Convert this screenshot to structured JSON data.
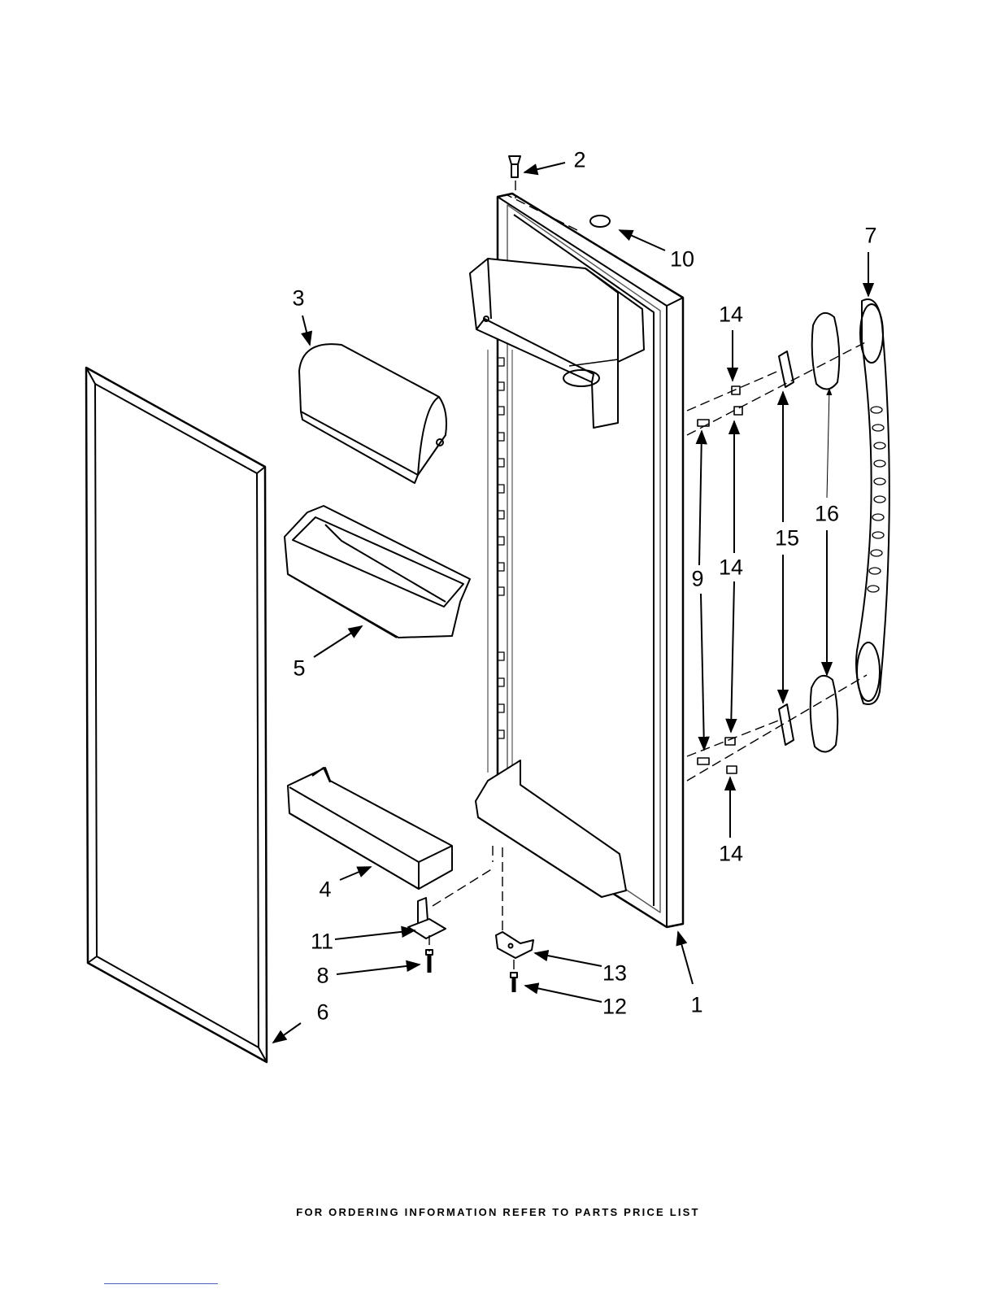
{
  "footer_note": "FOR ORDERING INFORMATION REFER TO PARTS PRICE LIST",
  "callouts": [
    {
      "id": "c2",
      "text": "2"
    },
    {
      "id": "c10",
      "text": "10"
    },
    {
      "id": "c7",
      "text": "7"
    },
    {
      "id": "c3",
      "text": "3"
    },
    {
      "id": "c14a",
      "text": "14"
    },
    {
      "id": "c9",
      "text": "9"
    },
    {
      "id": "c14b",
      "text": "14"
    },
    {
      "id": "c15",
      "text": "15"
    },
    {
      "id": "c16",
      "text": "16"
    },
    {
      "id": "c5",
      "text": "5"
    },
    {
      "id": "c14c",
      "text": "14"
    },
    {
      "id": "c4",
      "text": "4"
    },
    {
      "id": "c11",
      "text": "11"
    },
    {
      "id": "c8",
      "text": "8"
    },
    {
      "id": "c13",
      "text": "13"
    },
    {
      "id": "c12",
      "text": "12"
    },
    {
      "id": "c6",
      "text": "6"
    },
    {
      "id": "c1",
      "text": "1"
    }
  ]
}
